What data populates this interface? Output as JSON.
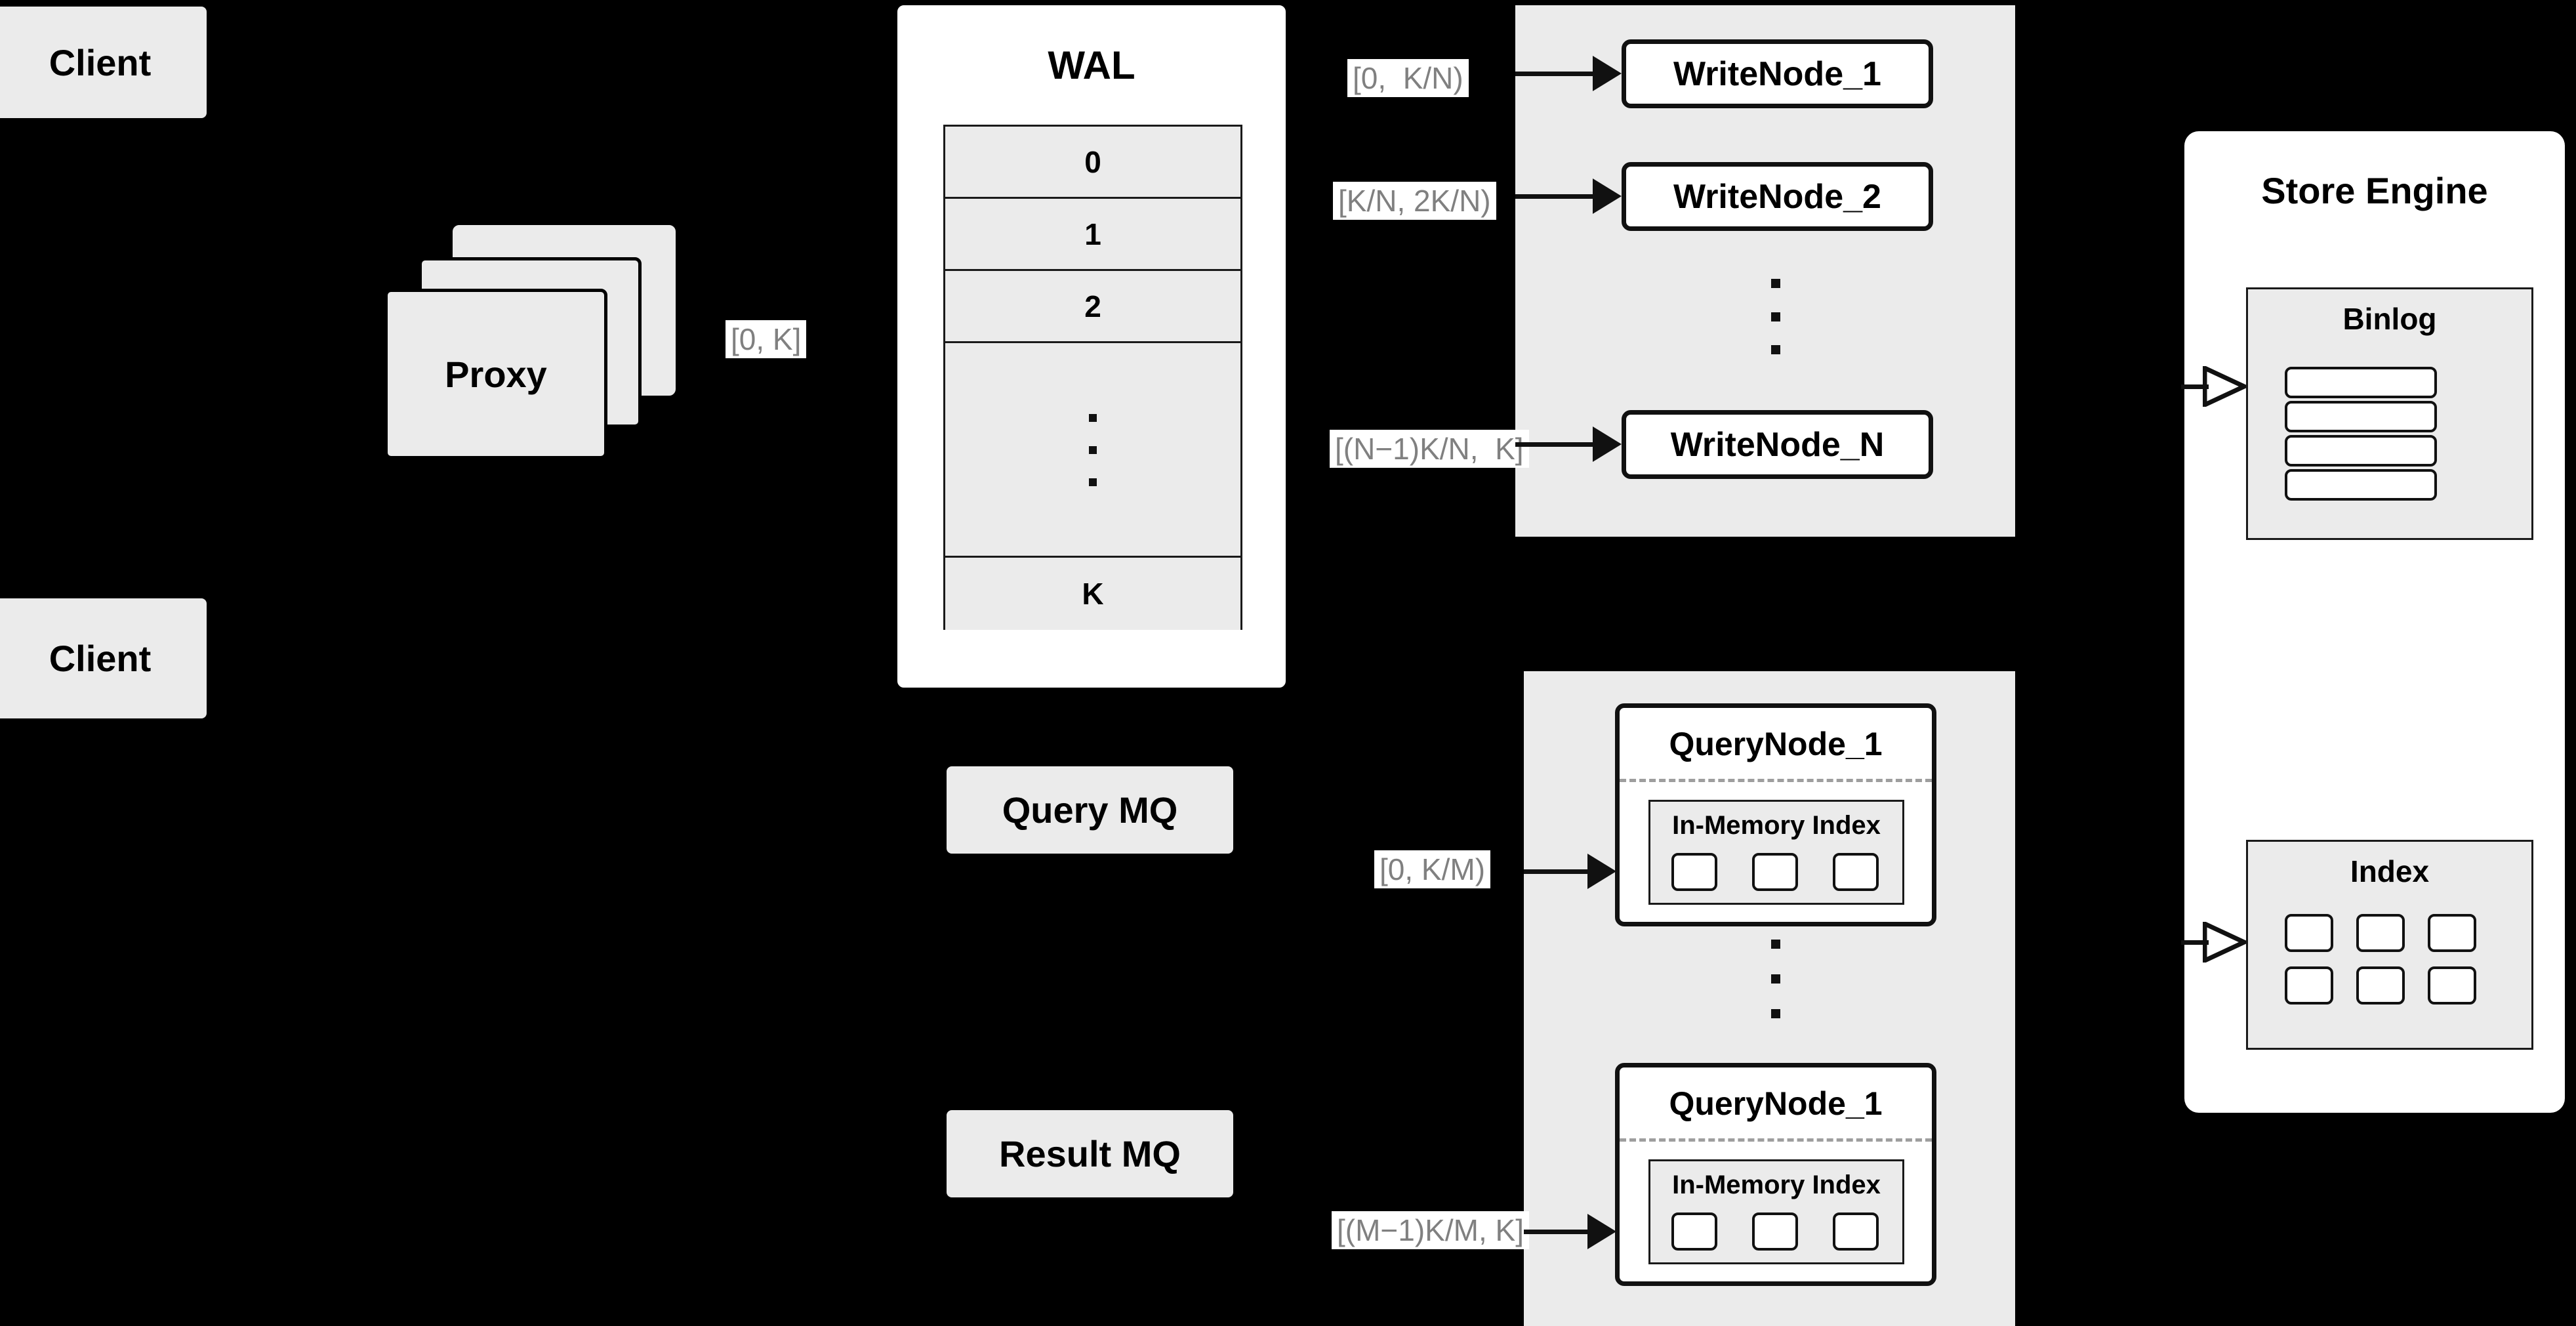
{
  "diagram": {
    "title": "Distributed write/query architecture",
    "colors": {
      "background": "#000000",
      "node_fill": "#ebebeb",
      "panel_fill": "#ffffff",
      "stroke": "#111111",
      "label_text": "#808080"
    }
  },
  "clients": [
    {
      "label": "Client"
    },
    {
      "label": "Client"
    }
  ],
  "proxy": {
    "label": "Proxy",
    "stack_count": 3
  },
  "wal": {
    "title": "WAL",
    "rows": [
      "0",
      "1",
      "2",
      "",
      "K"
    ],
    "ellipsis_row_index": 3
  },
  "edge_labels": {
    "proxy_to_wal": "[0, K]",
    "write_node_1": "[0,  K/N)",
    "write_node_2": "[K/N, 2K/N)",
    "write_node_n": "[(N−1)K/N,  K]",
    "query_node_1": "[0, K/M)",
    "query_node_m": "[(M−1)K/M, K]"
  },
  "write_cluster": {
    "nodes": [
      {
        "label": "WriteNode_1"
      },
      {
        "label": "WriteNode_2"
      },
      {
        "label": "WriteNode_N"
      }
    ]
  },
  "query_cluster": {
    "nodes": [
      {
        "label": "QueryNode_1",
        "index_title": "In-Memory Index",
        "chip_count": 3
      },
      {
        "label": "QueryNode_1",
        "index_title": "In-Memory Index",
        "chip_count": 3
      }
    ]
  },
  "message_queues": [
    {
      "label": "Query MQ"
    },
    {
      "label": "Result MQ"
    }
  ],
  "store_engine": {
    "title": "Store Engine",
    "binlog": {
      "title": "Binlog",
      "row_count": 4
    },
    "index": {
      "title": "Index",
      "chip_rows": 2,
      "chip_cols": 3
    }
  }
}
